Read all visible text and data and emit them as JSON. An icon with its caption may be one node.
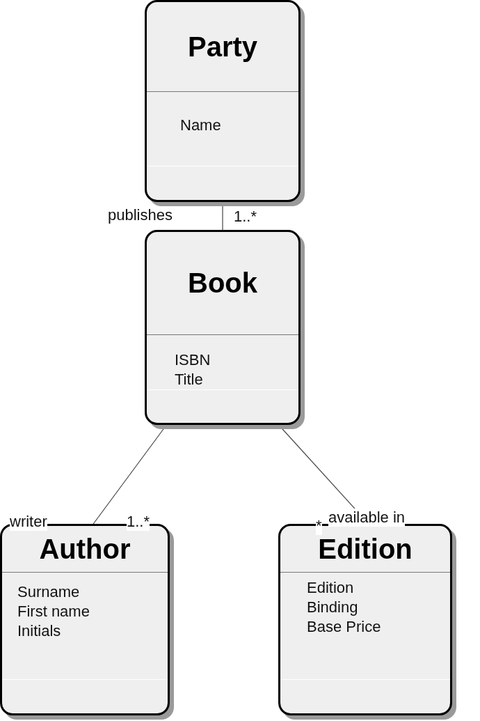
{
  "diagram": {
    "nodes": [
      {
        "text": [
          "Party",
          "Name"
        ]
      },
      {
        "text": [
          "Book",
          "ISBN",
          "Title"
        ]
      },
      {
        "text": [
          "Author",
          "Surname",
          "First name",
          "Initials"
        ]
      },
      {
        "text": [
          "Edition",
          "Edition",
          "Binding",
          "Base Price"
        ]
      }
    ],
    "edges": [
      {
        "from": 0,
        "to": 1,
        "arrow": "none",
        "label": "publishes"
      },
      {
        "from": 1,
        "to": 2,
        "arrow": "none",
        "label": "writer"
      },
      {
        "from": 1,
        "to": 3,
        "arrow": "none",
        "label": "available in"
      }
    ],
    "labels": [
      "1..*",
      "1..*",
      "*"
    ]
  }
}
